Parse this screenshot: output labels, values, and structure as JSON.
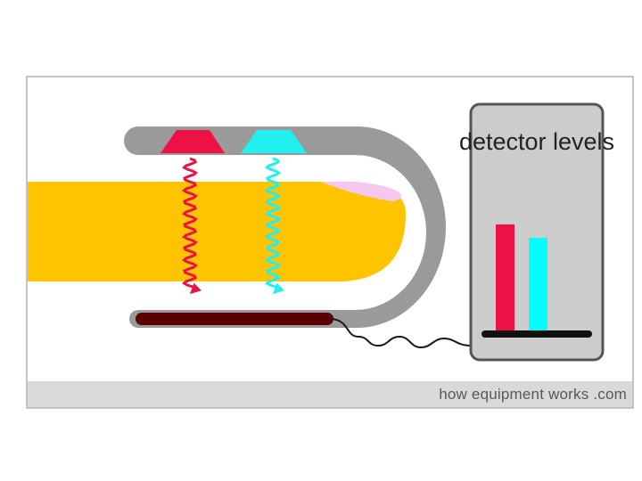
{
  "footer": {
    "credit": "how equipment works .com"
  },
  "detector_panel": {
    "title": "detector levels",
    "levels": [
      {
        "color": "#ee1144",
        "level": 0.79
      },
      {
        "color": "#00ffff",
        "level": 0.69
      }
    ]
  },
  "emitters": [
    {
      "color": "#ee1144",
      "icon": "red-led-emitter-icon"
    },
    {
      "color": "#22f0f0",
      "icon": "cyan-led-emitter-icon"
    }
  ],
  "colors": {
    "finger": "#ffc400",
    "fingernail": "#f6c8f0",
    "clip": "#9a9a9a",
    "sensor": "#5a0000",
    "panel_bg": "#cccccc",
    "panel_border": "#555555"
  }
}
